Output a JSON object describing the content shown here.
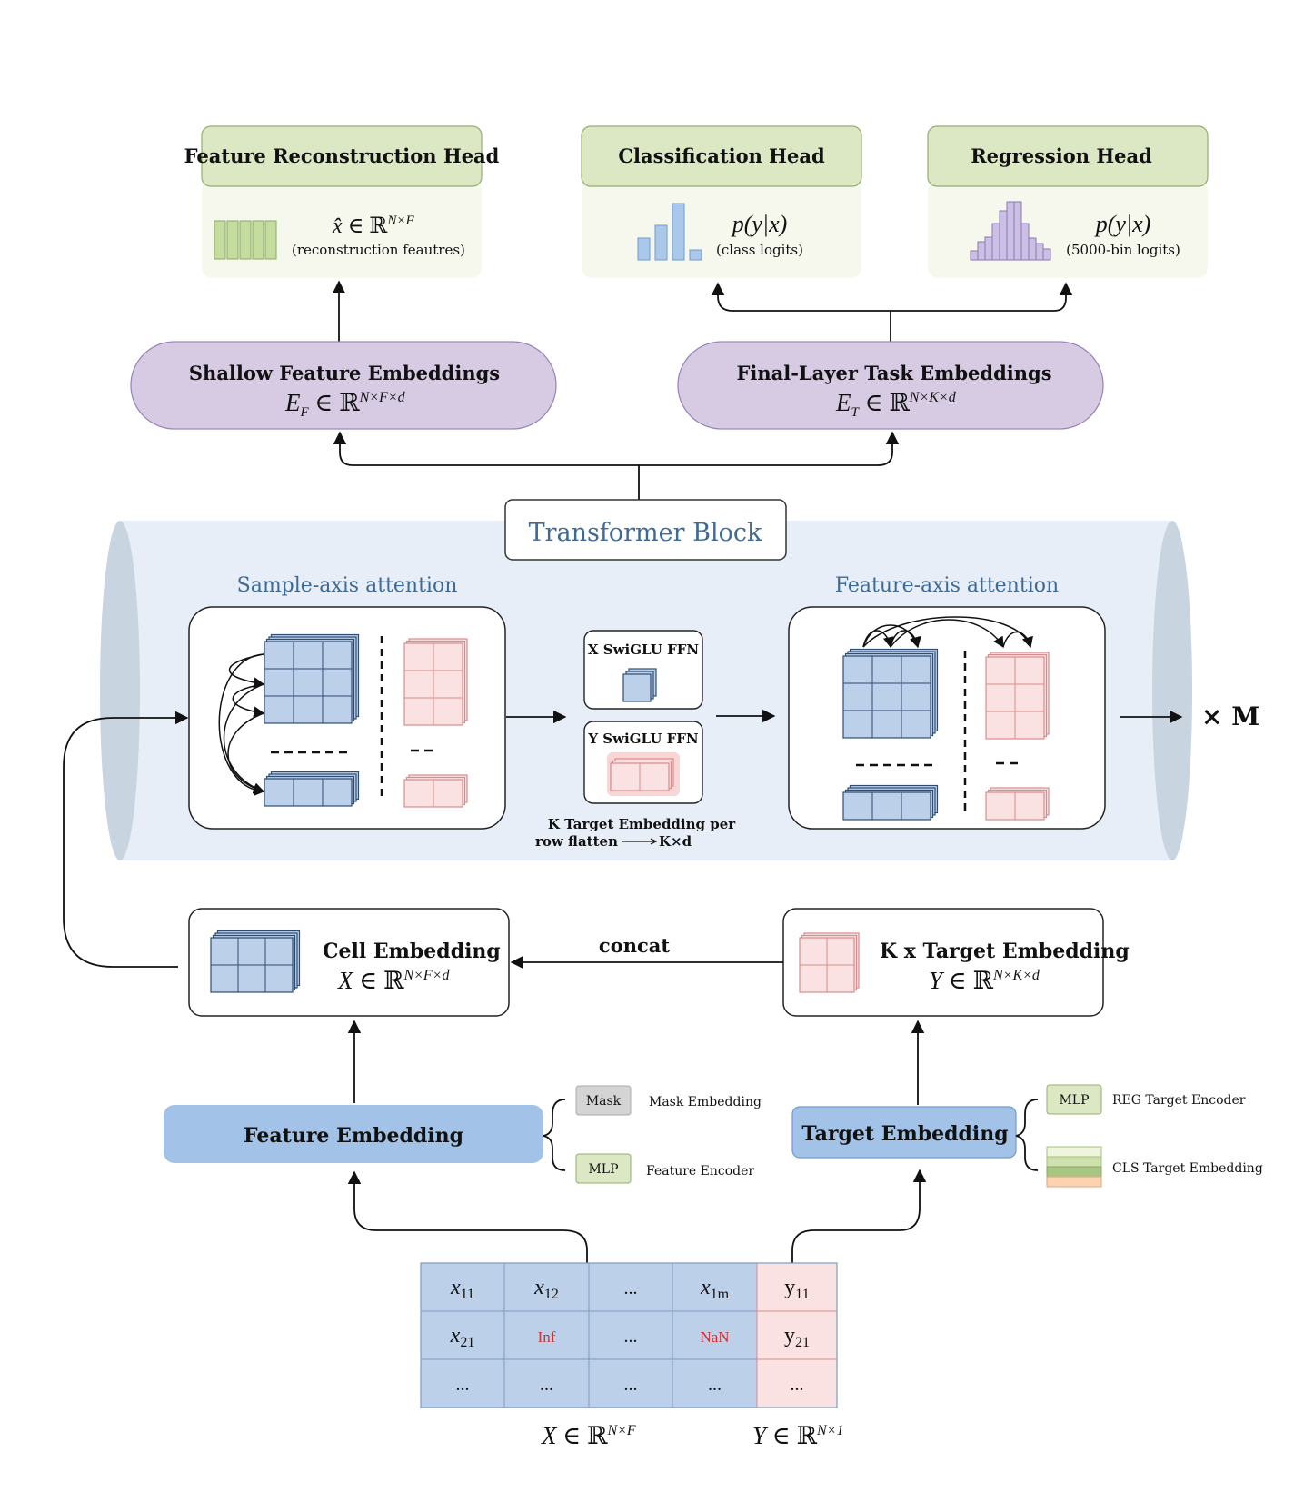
{
  "heads": {
    "reconstruction": {
      "title": "Feature Reconstruction Head",
      "symbol": "x̂",
      "formula_rest": " ∈ ℝ",
      "formula_sup": "N×F",
      "note": "(reconstruction feautres)"
    },
    "classification": {
      "title": "Classification Head",
      "formula": "p(y|x)",
      "note": "(class logits)"
    },
    "regression": {
      "title": "Regression Head",
      "formula": "p(y|x)",
      "note": "(5000-bin logits)"
    }
  },
  "embeddings": {
    "shallow": {
      "title": "Shallow Feature Embeddings",
      "sym": "E",
      "sub": "F",
      "rest": " ∈ ℝ",
      "sup": "N×F×d"
    },
    "final": {
      "title": "Final-Layer Task Embeddings",
      "sym": "E",
      "sub": "T",
      "rest": " ∈ ℝ",
      "sup": "N×K×d"
    }
  },
  "transformer": {
    "title": "Transformer Block",
    "sample_axis": "Sample-axis attention",
    "feature_axis": "Feature-axis attention",
    "x_ffn": "X SwiGLU FFN",
    "y_ffn": "Y SwiGLU FFN",
    "note_line1": "K Target Embedding per",
    "note_line2_a": "row flatten",
    "note_line2_b": "K×d",
    "repeat": "× M"
  },
  "cell": {
    "title": "Cell Embedding",
    "sym": "X",
    "rest": " ∈ ℝ",
    "sup": "N×F×d"
  },
  "target": {
    "title": "K x Target Embedding",
    "sym": "Y",
    "rest": " ∈ ℝ",
    "sup": "N×K×d"
  },
  "concat": "concat",
  "feature_embedding": {
    "title": "Feature Embedding",
    "mask_tag": "Mask",
    "mask_label": "Mask Embedding",
    "mlp_tag": "MLP",
    "mlp_label": "Feature Encoder"
  },
  "target_embedding": {
    "title": "Target Embedding",
    "mlp_tag": "MLP",
    "mlp_label": "REG Target Encoder",
    "cls_label": "CLS Target Embedding"
  },
  "table": {
    "rows": [
      [
        "x11",
        "x12",
        "...",
        "x1m",
        "y11"
      ],
      [
        "x21",
        "Inf",
        "...",
        "NaN",
        "y21"
      ],
      [
        "...",
        "...",
        "...",
        "...",
        "..."
      ]
    ],
    "x_label": {
      "sym": "X",
      "rest": " ∈ ℝ",
      "sup": "N×F"
    },
    "y_label": {
      "sym": "Y",
      "rest": " ∈ ℝ",
      "sup": "N×1"
    }
  },
  "colors": {
    "head_green": "#dbe8c3",
    "embed_purple": "#d6cbe3",
    "blue_cell": "#bcd0ea",
    "pink_cell": "#fbe2e2",
    "feature_blue": "#a2c2e8",
    "transformer_bg": "#e8eef7",
    "title_blue": "#3d6a96",
    "error_red": "#d03232"
  }
}
